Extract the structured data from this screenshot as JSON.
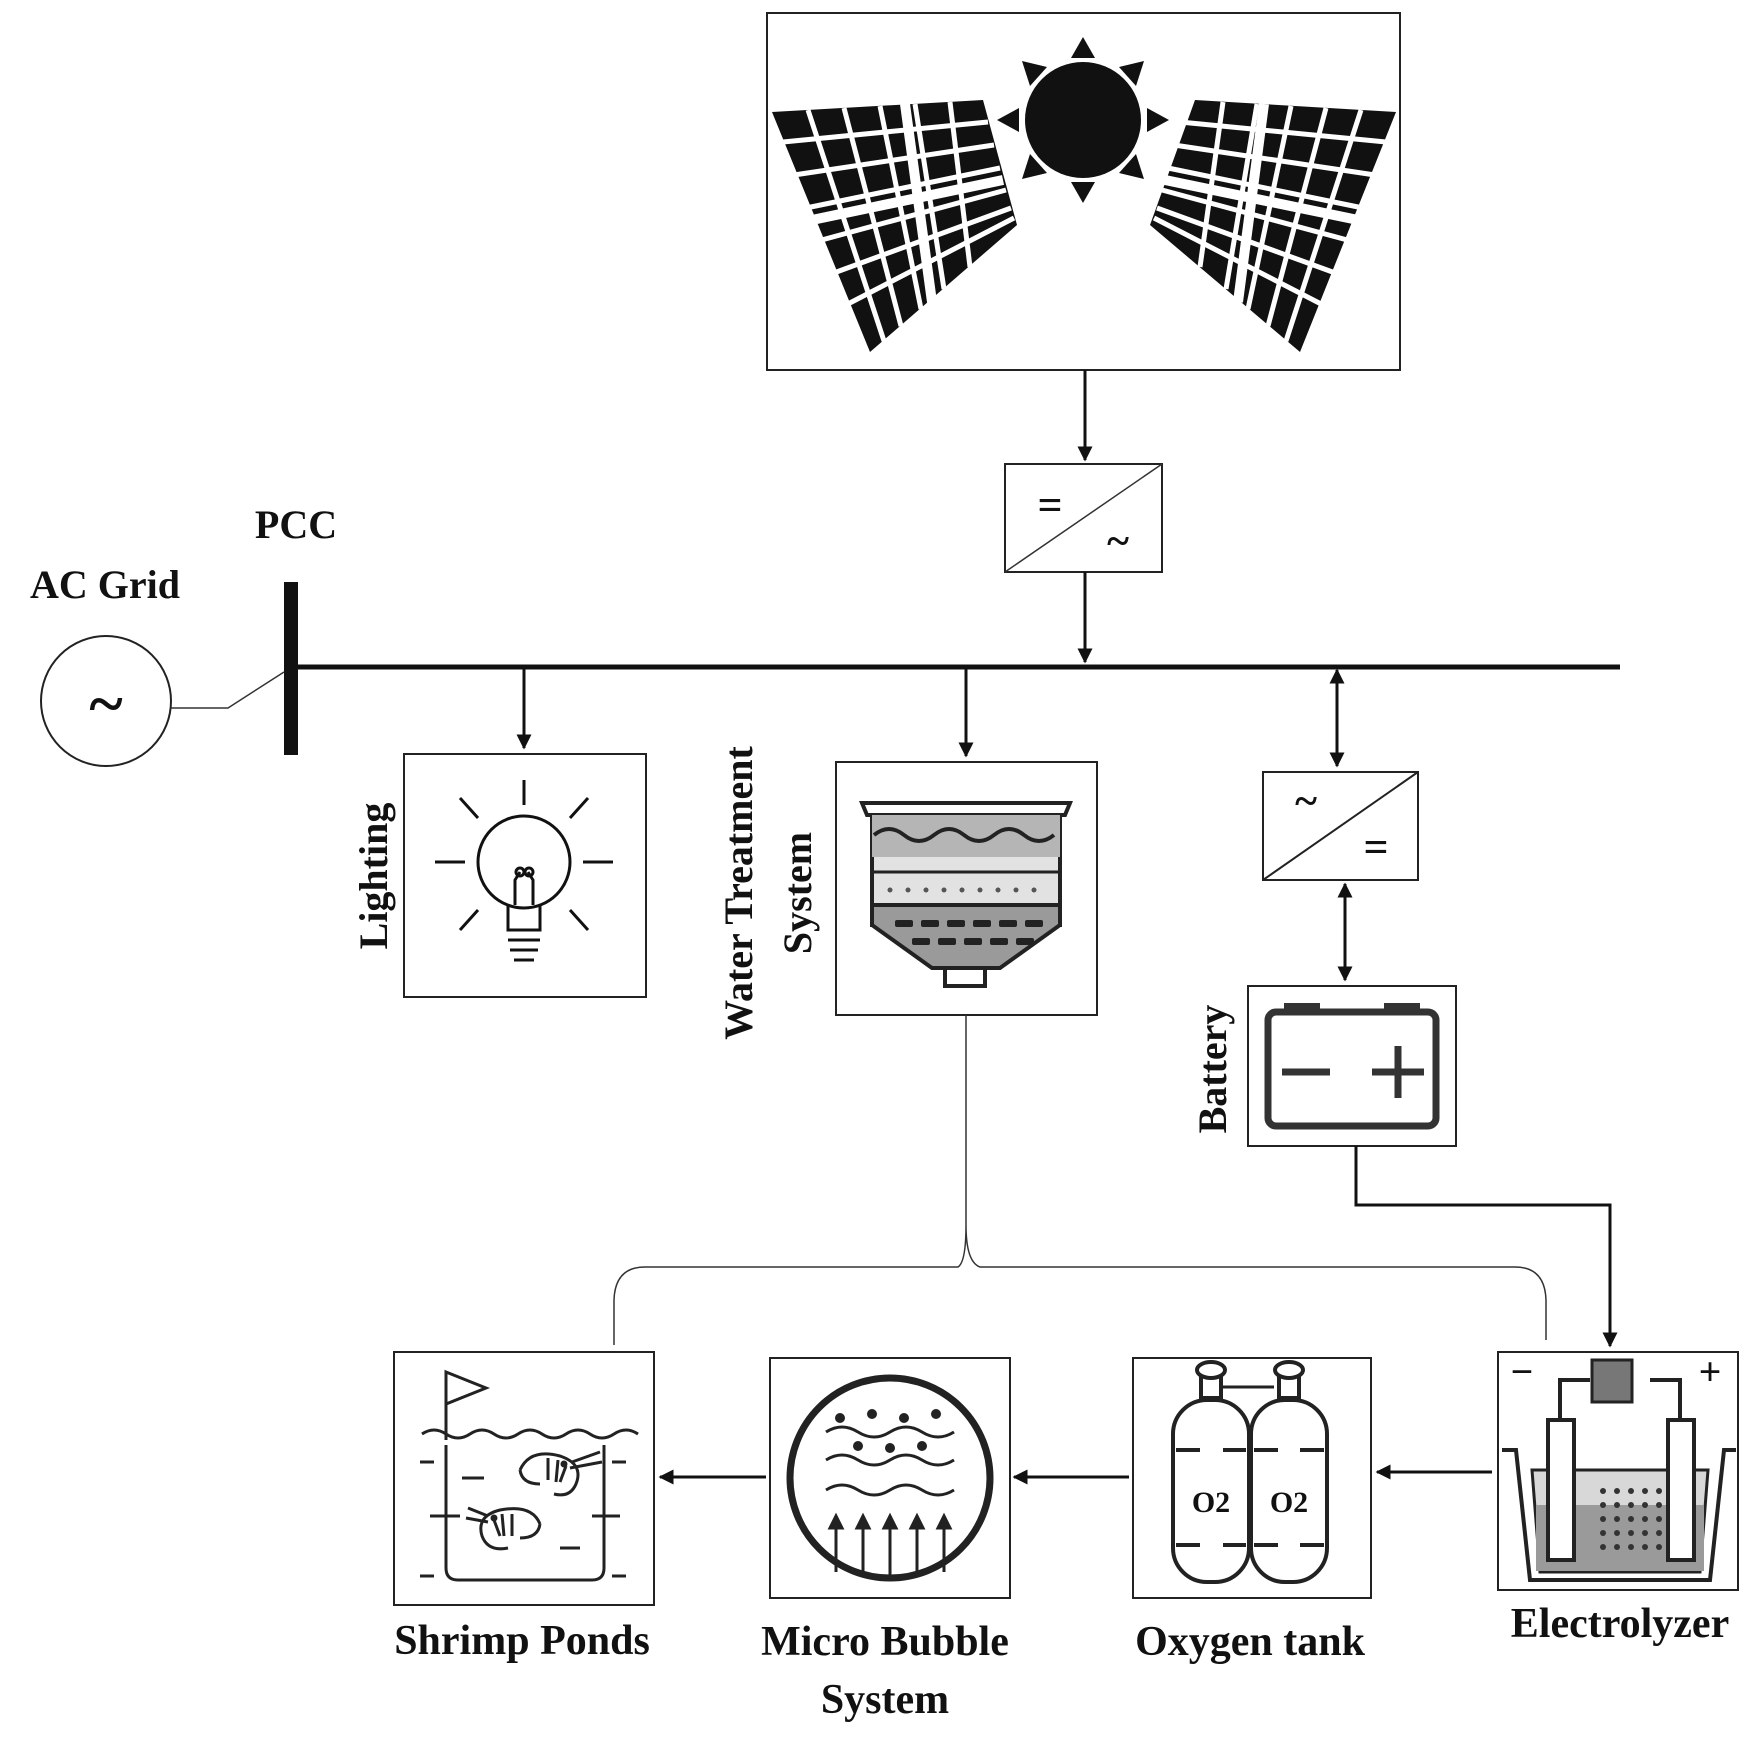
{
  "labels": {
    "pcc": "PCC",
    "ac_grid": "AC Grid",
    "lighting": "Lighting",
    "water_treatment_line1": "Water Treatment",
    "water_treatment_line2": "System",
    "battery": "Battery",
    "shrimp_ponds": "Shrimp Ponds",
    "micro_bubble_line1": "Micro Bubble",
    "micro_bubble_line2": "System",
    "oxygen_tank": "Oxygen tank",
    "electrolyzer": "Electrolyzer"
  },
  "symbols": {
    "converter_dc": "=",
    "converter_ac": "~",
    "grid_ac": "~",
    "o2_left": "O2",
    "o2_right": "O2",
    "battery_minus": "−",
    "battery_plus": "+",
    "electrolyzer_minus": "−",
    "electrolyzer_plus": "+"
  },
  "icons": {
    "solar": "solar-panels-sun-icon",
    "lighting": "light-bulb-icon",
    "water_treatment": "water-filter-icon",
    "battery": "battery-icon",
    "shrimp_ponds": "shrimp-pond-icon",
    "micro_bubble": "micro-bubble-icon",
    "oxygen_tank": "oxygen-cylinders-icon",
    "electrolyzer": "electrolyzer-icon"
  }
}
